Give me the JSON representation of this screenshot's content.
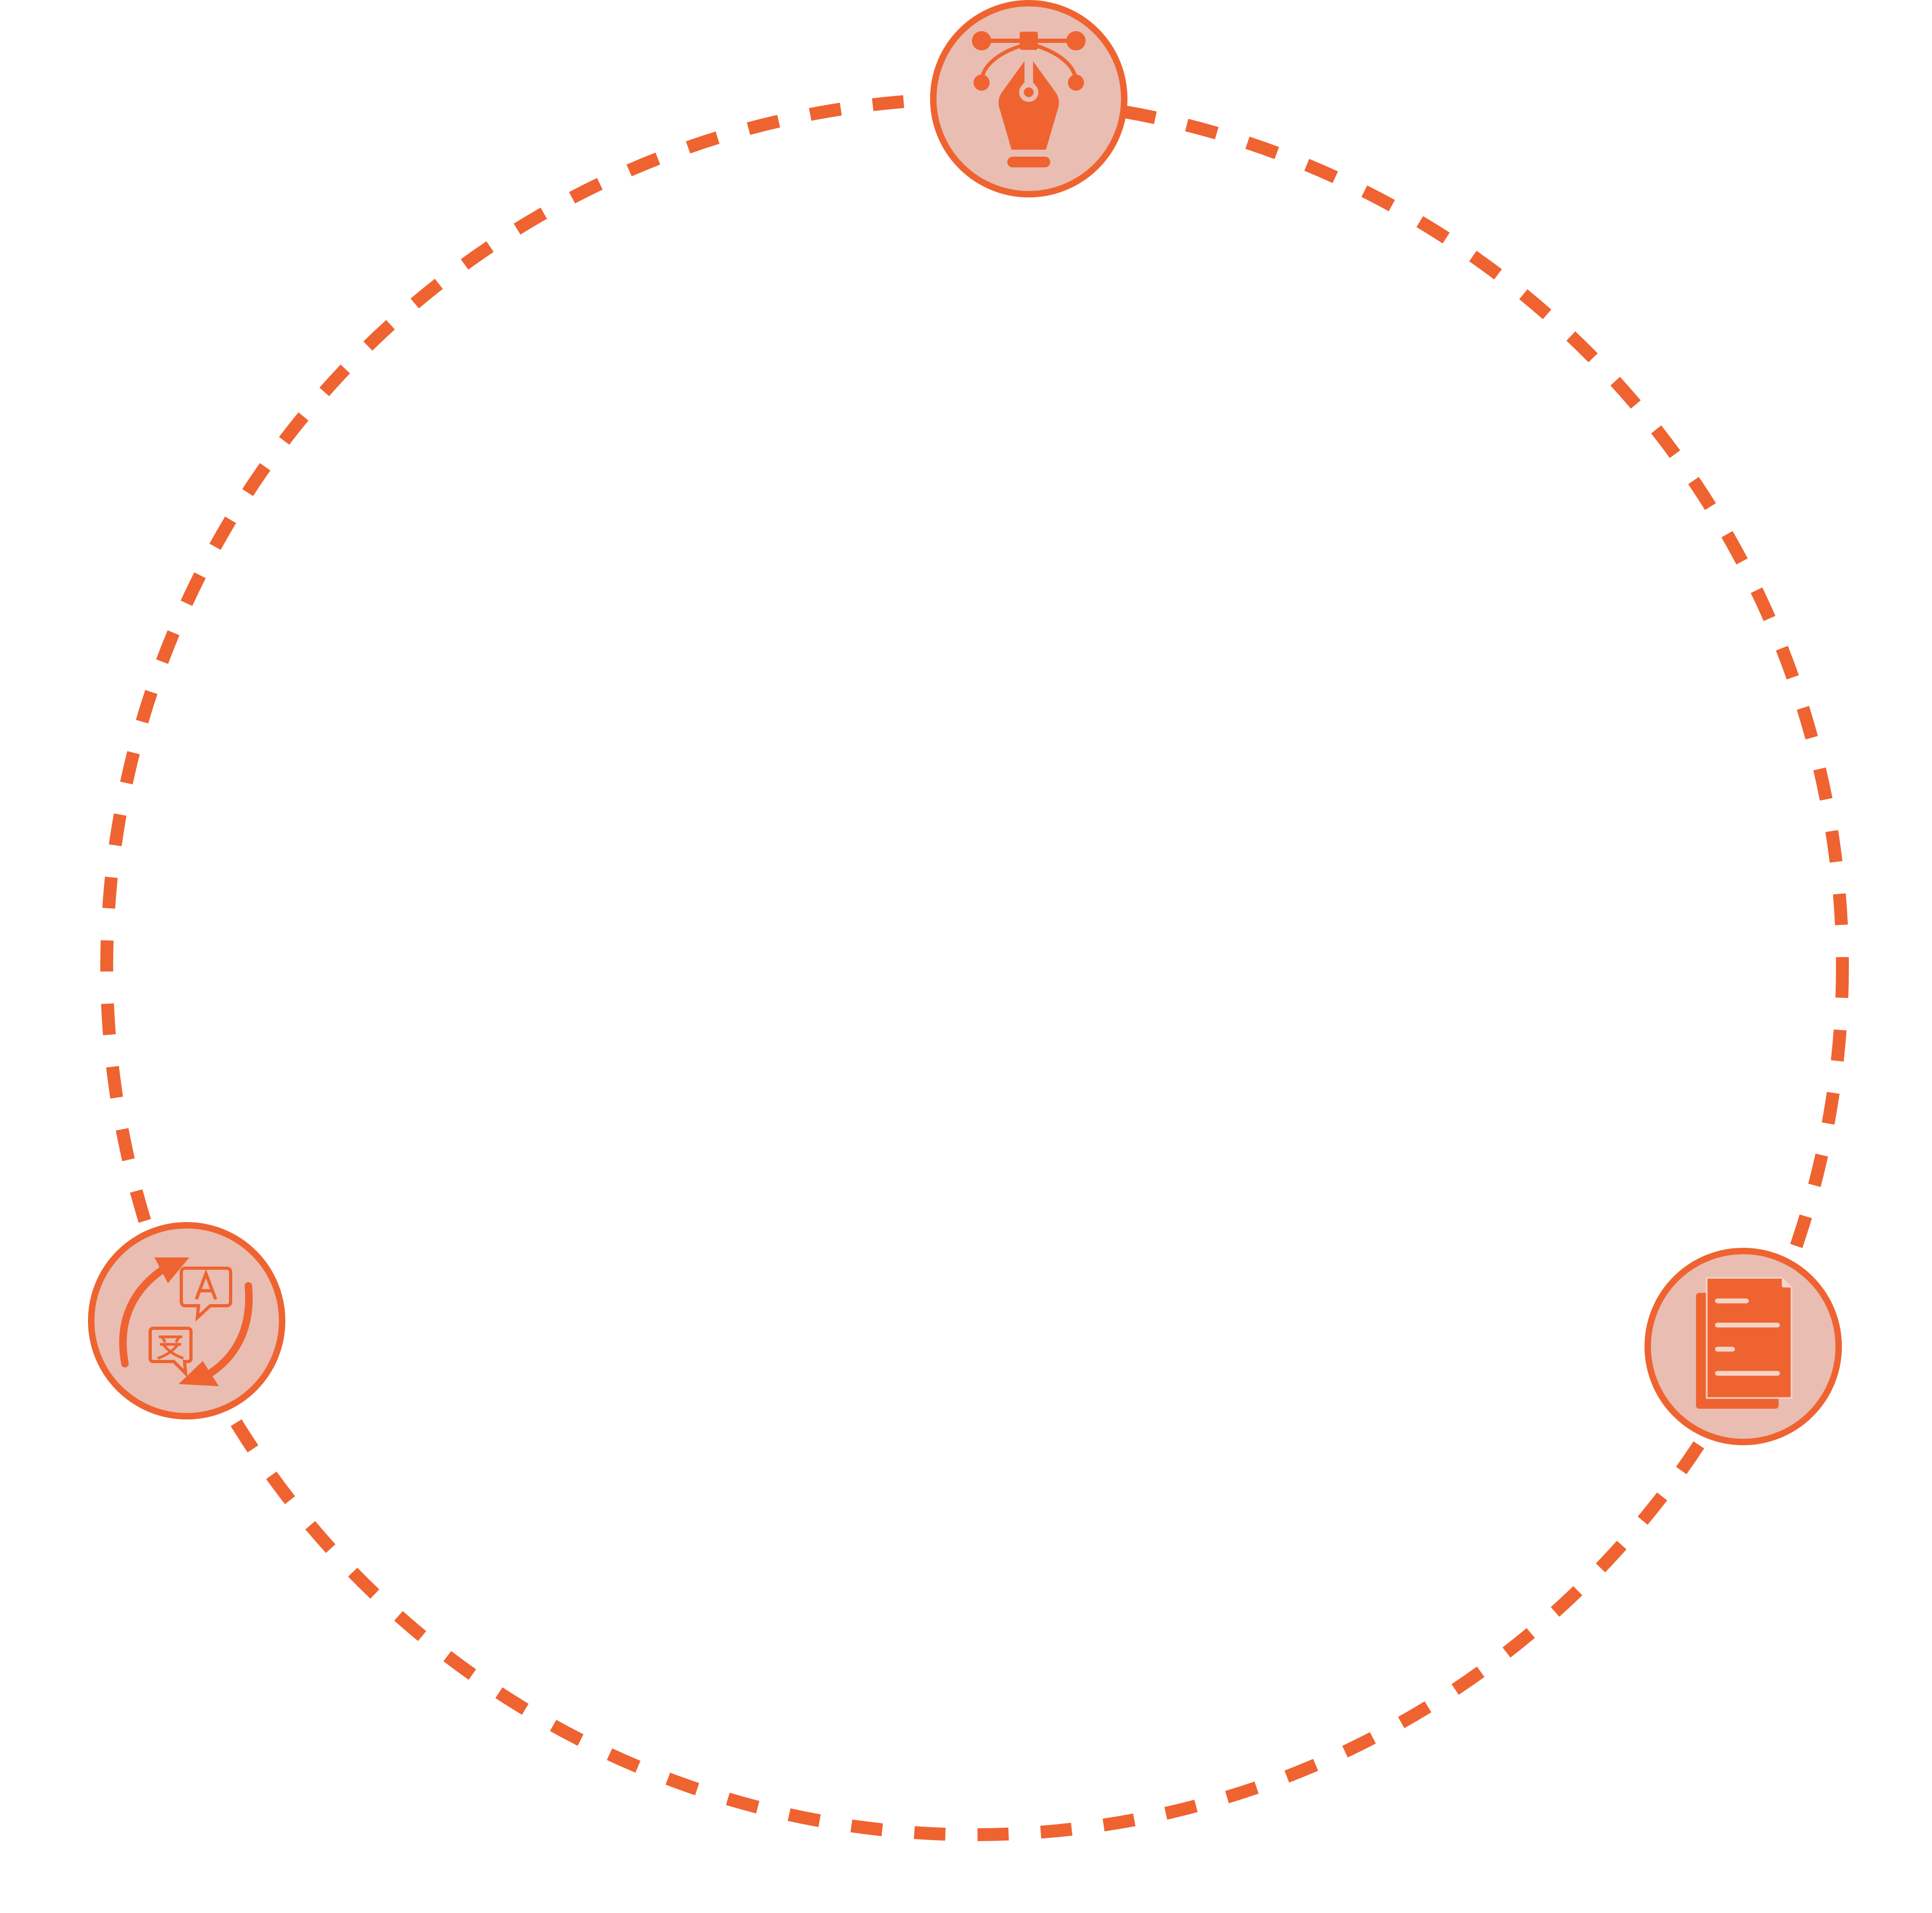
{
  "diagram": {
    "colors": {
      "accent": "#EF6331",
      "node_fill": "#E9BDB1",
      "background": "#FFFFFF"
    },
    "nodes": [
      {
        "id": "design",
        "icon": "pen-tool-icon"
      },
      {
        "id": "document",
        "icon": "document-icon"
      },
      {
        "id": "translation",
        "icon": "translate-icon"
      }
    ],
    "connection": {
      "style": "dashed",
      "shape": "circle"
    }
  }
}
